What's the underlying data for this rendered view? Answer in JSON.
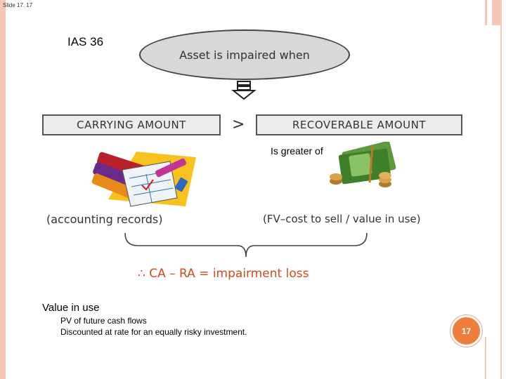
{
  "slide_label": "Slide 17. 17",
  "heading": "IAS 36",
  "callout": "Asset is impaired when",
  "carrying_amount": "CARRYING AMOUNT",
  "comparison_symbol": ">",
  "recoverable_amount": "RECOVERABLE AMOUNT",
  "greater_of": "Is greater of",
  "accounting_records": "(accounting records)",
  "recoverable_detail": "(FV–cost to sell / value in use)",
  "formula": "∴ CA – RA = impairment loss",
  "value_in_use": {
    "title": "Value in use",
    "lines": [
      "PV of future cash flows",
      "Discounted at rate for an equally risky investment."
    ]
  },
  "page_number": "17",
  "colors": {
    "frame": "#f4c7b6",
    "badge": "#ef7d3b",
    "formula": "#d14a1e"
  }
}
